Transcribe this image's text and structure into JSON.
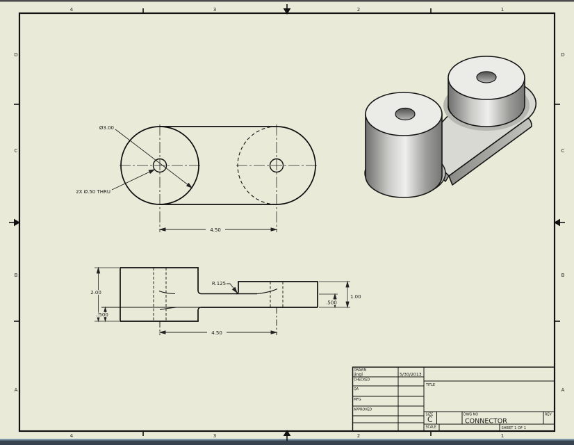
{
  "sheet": {
    "paper_color": "#EAEAD8",
    "line_color": "#1a1a1a",
    "zones": {
      "top": [
        "4",
        "3",
        "2",
        "1"
      ],
      "bottom": [
        "4",
        "3",
        "2",
        "1"
      ],
      "left": [
        "D",
        "C",
        "B",
        "A"
      ],
      "right": [
        "D",
        "C",
        "B",
        "A"
      ]
    }
  },
  "top_view": {
    "diameter_dim": "Ø3.00",
    "holes_dim": "2X Ø.50 THRU",
    "center_distance_dim": "4.50"
  },
  "front_view": {
    "height_dim": "2.00",
    "base_thickness_dim": ".500",
    "fillet_dim": "R.125",
    "center_distance_dim": "4.50",
    "right_height_dim": "1.00",
    "web_thickness_dim": ".500"
  },
  "title_block": {
    "drawn_label": "DRAWN",
    "drawn_by": "jingl",
    "drawn_date": "5/30/2013",
    "checked_label": "CHECKED",
    "qa_label": "QA",
    "mfg_label": "MFG",
    "approved_label": "APPROVED",
    "title_label": "TITLE",
    "size_label": "SIZE",
    "size_value": "C",
    "dwg_no_label": "DWG NO",
    "dwg_no_value": "CONNECTOR",
    "rev_label": "REV",
    "scale_label": "SCALE",
    "sheet_label": "SHEET 1  OF 1"
  }
}
